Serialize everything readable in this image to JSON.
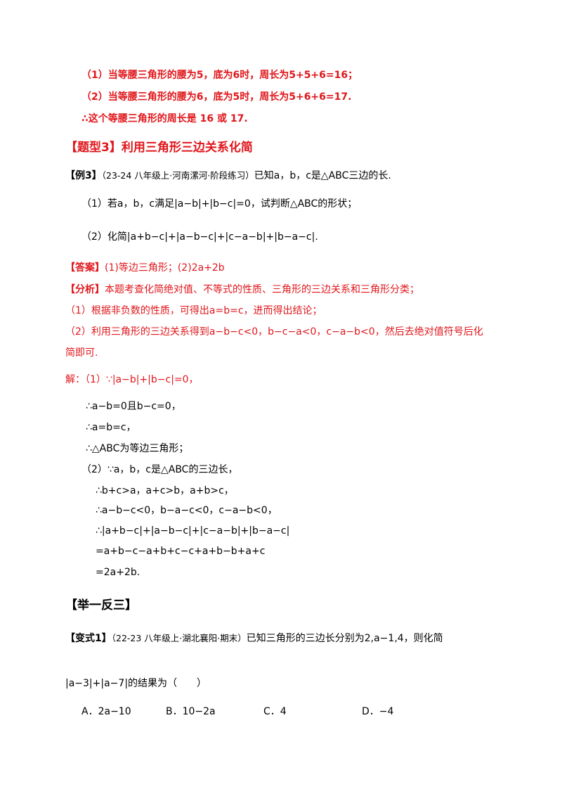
{
  "intro": {
    "line1": "（1）当等腰三角形的腰为5，底为6时，周长为5+5+6=16；",
    "line2": "（2）当等腰三角形的腰为6，底为5时，周长为5+6+6=17.",
    "line3": "∴这个等腰三角形的周长是 16 或 17."
  },
  "section_heading": "【题型3】利用三角形三边关系化简",
  "example": {
    "label": "【例3】",
    "source": "（23-24 八年级上·河南漯河·阶段练习）",
    "text": "已知a，b，c是△ABC三边的长.",
    "q1": "（1）若a，b，c满足|a−b|+|b−c|=0，试判断△ABC的形状；",
    "q2": "（2）化简|a+b−c|+|a−b−c|+|c−a−b|+|b−a−c|."
  },
  "answer": {
    "label": "【答案】",
    "text": "(1)等边三角形；(2)2a+2b"
  },
  "analysis": {
    "label": "【分析】",
    "text": "本题考查化简绝对值、不等式的性质、三角形的三边关系和三角形分类；",
    "p1": "（1）根据非负数的性质，可得出a=b=c，进而得出结论；",
    "p2": "（2）利用三角形的三边关系得到a−b−c<0，b−c−a<0，c−a−b<0，然后去绝对值符号后化",
    "p2b": "简即可."
  },
  "solution": {
    "l1": "解：（1）∵|a−b|+|b−c|=0，",
    "l2": "∴a−b=0且b−c=0，",
    "l3": "∴a=b=c，",
    "l4": "∴△ABC为等边三角形；",
    "l5": "（2）∵a，b，c是△ABC的三边长，",
    "l6": "∴b+c>a，a+c>b，a+b>c，",
    "l7": "∴a−b−c<0，b−a−c<0，c−a−b<0，",
    "l8": "∴|a+b−c|+|a−b−c|+|c−a−b|+|b−a−c|",
    "l9": "=a+b−c−a+b+c−c+a+b−b+a+c",
    "l10": "=2a+2b."
  },
  "practice_heading": "【举一反三】",
  "variant": {
    "label": "【变式1】",
    "source": "（22-23 八年级上·湖北襄阳·期末）",
    "text": "已知三角形的三边长分别为2,a−1,4，则化简",
    "text2": "|a−3|+|a−7|的结果为（　　）",
    "options": [
      "A．2a−10",
      "B．10−2a",
      "C．4",
      "D．−4"
    ]
  }
}
